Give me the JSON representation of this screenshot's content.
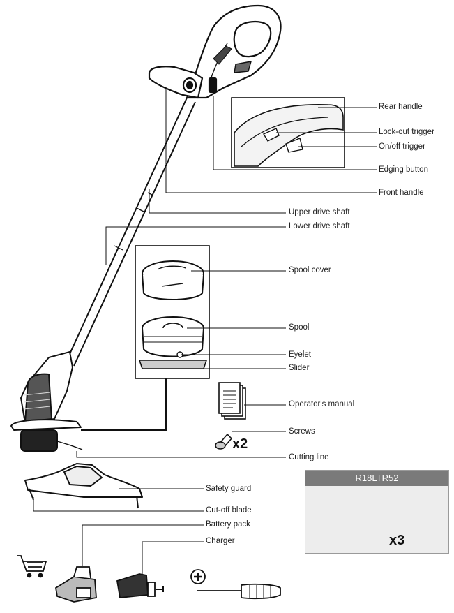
{
  "labels": {
    "rear_handle": "Rear handle",
    "lockout_trigger": "Lock-out trigger",
    "onoff_trigger": "On/off trigger",
    "edging_button": "Edging button",
    "front_handle": "Front handle",
    "upper_drive_shaft": "Upper drive shaft",
    "lower_drive_shaft": "Lower drive shaft",
    "spool_cover": "Spool cover",
    "spool": "Spool",
    "eyelet": "Eyelet",
    "slider": "Slider",
    "operators_manual": "Operator's manual",
    "screws": "Screws",
    "cutting_line": "Cutting line",
    "safety_guard": "Safety guard",
    "cutoff_blade": "Cut-off blade",
    "battery_pack": "Battery pack",
    "charger": "Charger"
  },
  "screws_qty": "x2",
  "kit": {
    "model": "R18LTR52",
    "spool_qty": "x3"
  },
  "icons": [
    "shopping-cart-icon",
    "battery-icon",
    "charger-icon",
    "plus-icon",
    "screwdriver-icon"
  ],
  "colors": {
    "line": "#111111",
    "band": "#e3e3e3",
    "kit_header": "#7a7a7a",
    "kit_bg": "#ededed"
  }
}
